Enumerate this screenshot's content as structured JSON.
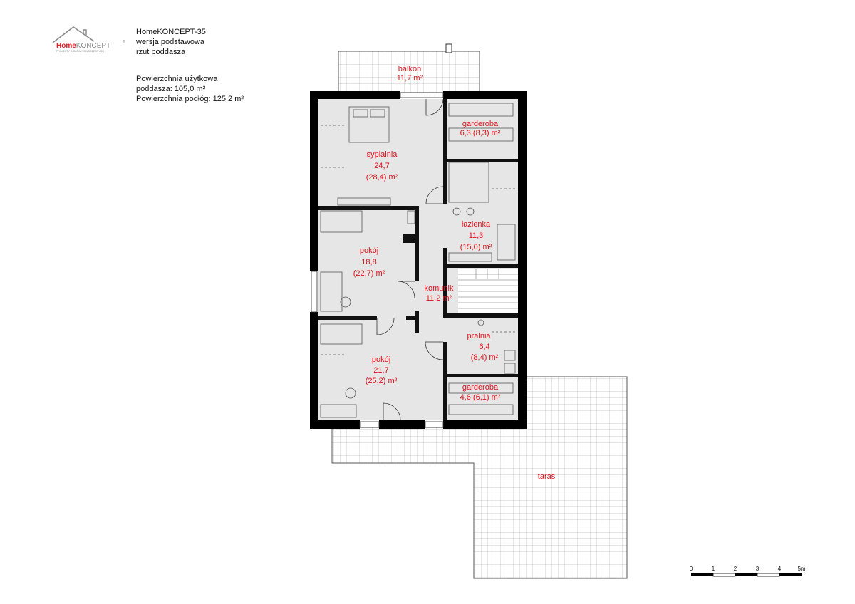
{
  "logo": {
    "brand_home": "Home",
    "brand_koncept": "KONCEPT",
    "registered_mark": "®",
    "tagline": "PROJEKTY DOMÓW NOWOCZESNYCH",
    "colors": {
      "red": "#e31e24",
      "gray": "#8a8a8a"
    }
  },
  "header": {
    "project_name": "HomeKONCEPT-35",
    "variant": "wersja podstawowa",
    "view": "rzut poddasza",
    "area_title": "Powierzchnia użytkowa",
    "usable_area": "poddasza: 105,0 m²",
    "floor_area": "Powierzchnia podłóg: 125,2 m²"
  },
  "rooms": {
    "balkon": {
      "name": "balkon",
      "area": "11,7 m²"
    },
    "garderoba_top": {
      "name": "garderoba",
      "area": "6,3 (8,3) m²"
    },
    "sypialnia": {
      "name": "sypialnia",
      "area": "24,7",
      "floor": "(28,4) m²"
    },
    "lazienka": {
      "name": "łazienka",
      "area": "11,3",
      "floor": "(15,0) m²"
    },
    "pokoj_1": {
      "name": "pokój",
      "area": "18,8",
      "floor": "(22,7) m²"
    },
    "komunikacja": {
      "name": "komunik",
      "area": "11,2 m²"
    },
    "pralnia": {
      "name": "pralnia",
      "area": "6,4",
      "floor": "(8,4) m²"
    },
    "pokoj_2": {
      "name": "pokój",
      "area": "21,7",
      "floor": "(25,2) m²"
    },
    "garderoba_bottom": {
      "name": "garderoba",
      "area": "4,6 (6,1) m²"
    },
    "taras": {
      "name": "taras"
    }
  },
  "scale_bar": {
    "ticks": [
      "0",
      "1",
      "2",
      "3",
      "4",
      "5m"
    ]
  },
  "colors": {
    "walls": "#000000",
    "labels": "#e0111b",
    "floor_fill": "#e6e6e6",
    "grid": "#9a9a9a"
  }
}
